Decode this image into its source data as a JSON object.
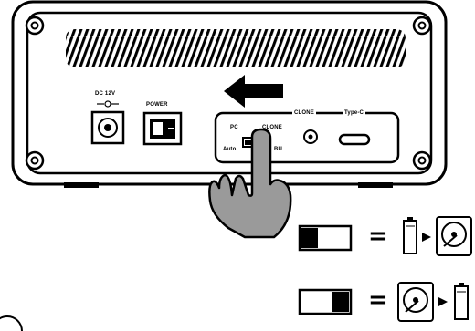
{
  "labels": {
    "dc_in": "DC 12V",
    "power": "POWER",
    "clone": "CLONE",
    "usb_type": "Type-C",
    "switch_left": "PC",
    "switch_right": "CLONE",
    "switch_sub_left": "Auto",
    "switch_sub_right": "BU"
  },
  "legend": {
    "equals_1": "=",
    "equals_2": "="
  },
  "icons": {
    "hand": "hand-pointer-icon",
    "arrow": "arrow-left-icon",
    "battery": "battery-icon",
    "disk": "hard-disk-icon",
    "clone_led": "led-icon"
  },
  "colors": {
    "stroke": "#000000",
    "hand_fill": "#9a9a9a",
    "vent_fill": "#ffffff"
  }
}
